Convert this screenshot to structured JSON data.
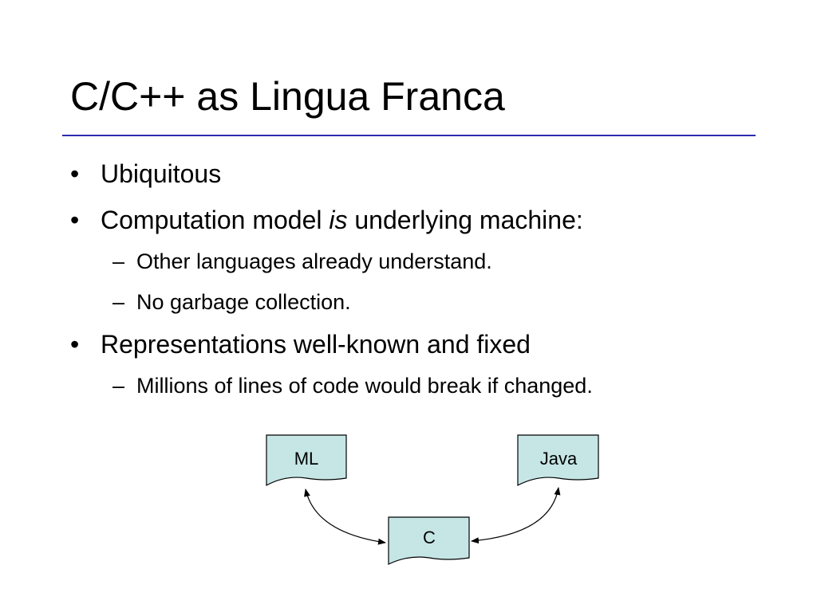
{
  "slide": {
    "title": "C/C++ as Lingua Franca",
    "rule_color": "#2b2bb0",
    "bullets": [
      {
        "mark": "•",
        "text": "Ubiquitous"
      },
      {
        "mark": "•",
        "text_before": "Computation model ",
        "text_emphasis": "is",
        "text_after": " underlying machine:",
        "subitems": [
          {
            "mark": "–",
            "text": "Other languages already understand."
          },
          {
            "mark": "–",
            "text": "No garbage collection."
          }
        ]
      },
      {
        "mark": "•",
        "text": "Representations well-known and fixed",
        "subitems": [
          {
            "mark": "–",
            "text": "Millions of lines of code would break if changed."
          }
        ]
      }
    ]
  },
  "diagram": {
    "node_fill": "#c6e6e6",
    "node_stroke": "#000000",
    "nodes": {
      "ml": "ML",
      "java": "Java",
      "c": "C"
    }
  }
}
